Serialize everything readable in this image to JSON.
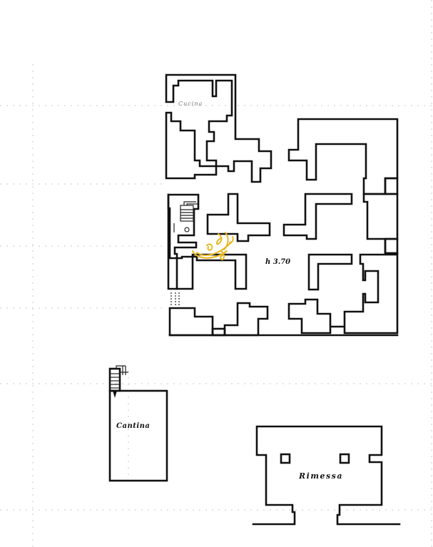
{
  "document": {
    "type": "floor plan",
    "background_color": "#ffffff",
    "line_color": "#111111",
    "watermark_color": "#e8b820"
  },
  "main_building": {
    "height_annotation": "h 3.70",
    "faint_room_label": "Cucina",
    "rooms": [
      {
        "id": "top-left",
        "label": ""
      },
      {
        "id": "top-right",
        "label": ""
      },
      {
        "id": "middle-left",
        "label": ""
      },
      {
        "id": "middle-right",
        "label": ""
      },
      {
        "id": "bottom-left",
        "label": ""
      },
      {
        "id": "bottom-right",
        "label": ""
      }
    ],
    "staircase": {
      "id": "internal-stair"
    }
  },
  "cellar": {
    "label": "Cantina",
    "staircase": {
      "id": "cellar-stair"
    }
  },
  "garage": {
    "label": "Rimessa"
  },
  "watermark": {
    "icon": "signature-logo-icon"
  }
}
